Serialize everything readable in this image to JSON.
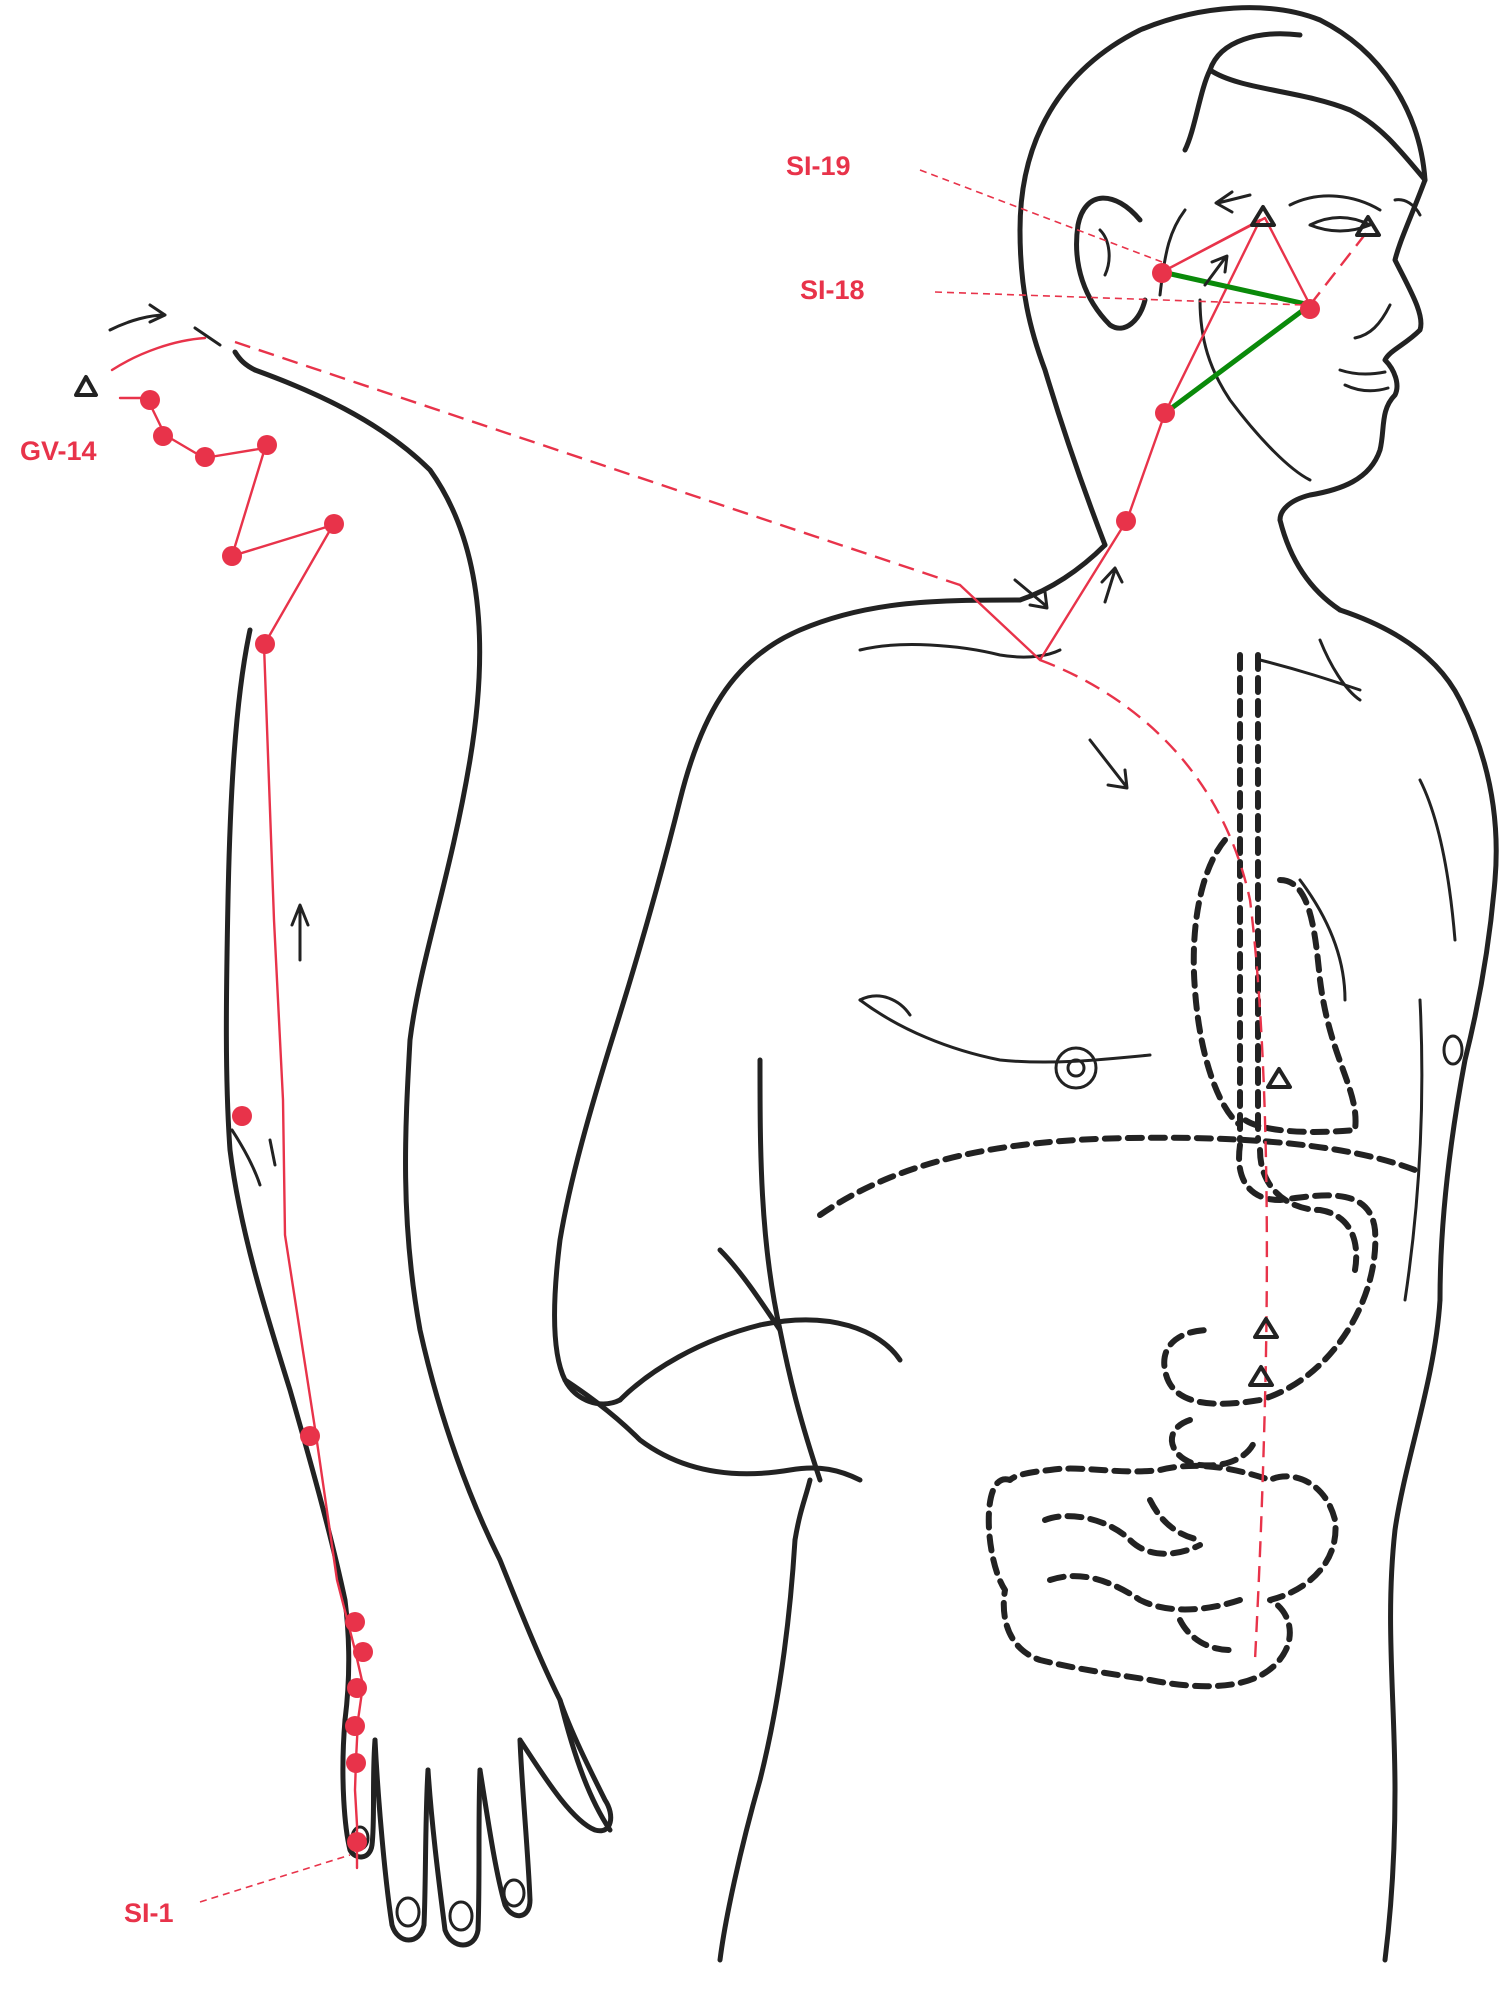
{
  "labels": {
    "si19": "SI-19",
    "si18": "SI-18",
    "gv14": "GV-14",
    "si1": "SI-1"
  },
  "colors": {
    "meridian": "#e8334a",
    "branch": "#0a8a0a",
    "outline": "#222222",
    "background": "#ffffff"
  }
}
